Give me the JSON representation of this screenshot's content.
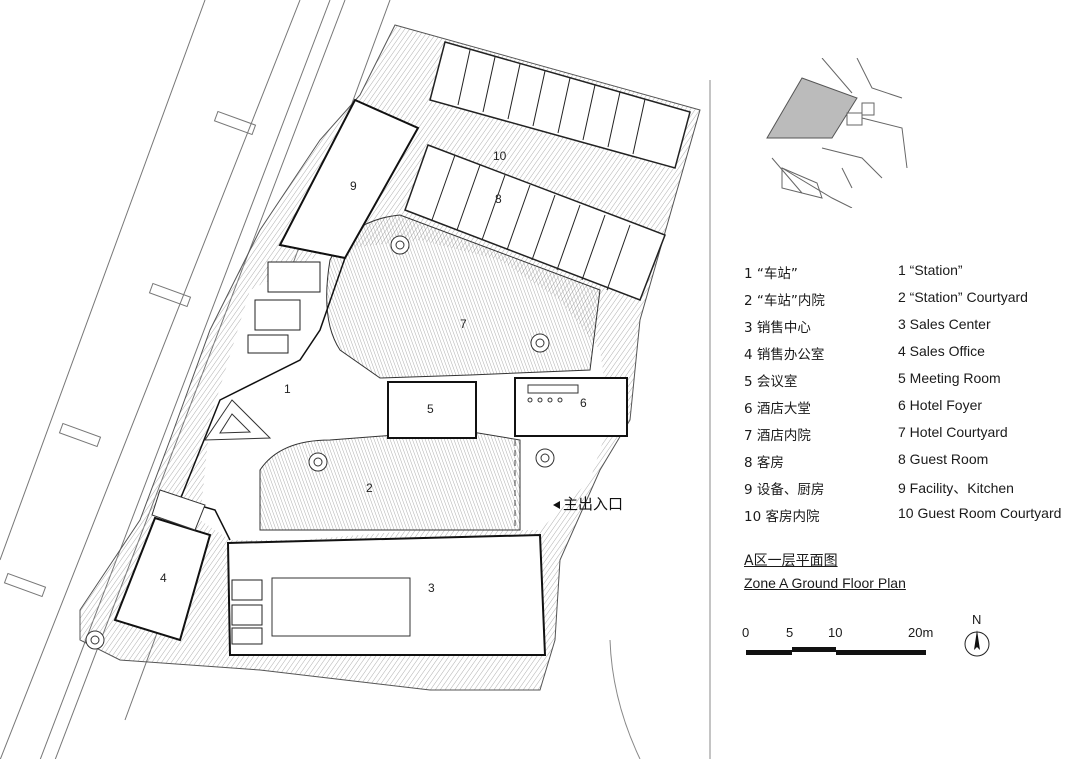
{
  "plan": {
    "room_numbers": [
      "1",
      "2",
      "3",
      "4",
      "5",
      "6",
      "7",
      "8",
      "9",
      "10"
    ],
    "entrance_label": "主出入口"
  },
  "legend": [
    {
      "zh": "1 “车站”",
      "en": "1 “Station”"
    },
    {
      "zh": "2 “车站”内院",
      "en": "2 “Station” Courtyard"
    },
    {
      "zh": "3 销售中心",
      "en": "3 Sales Center"
    },
    {
      "zh": "4 销售办公室",
      "en": "4 Sales Office"
    },
    {
      "zh": "5 会议室",
      "en": "5 Meeting Room"
    },
    {
      "zh": "6 酒店大堂",
      "en": "6 Hotel Foyer"
    },
    {
      "zh": "7 酒店内院",
      "en": "7 Hotel Courtyard"
    },
    {
      "zh": "8 客房",
      "en": "8 Guest Room"
    },
    {
      "zh": "9 设备、厨房",
      "en": "9 Facility、Kitchen"
    },
    {
      "zh": "10 客房内院",
      "en": "10 Guest Room Courtyard"
    }
  ],
  "title": {
    "zh": "A区一层平面图",
    "en": "Zone A Ground Floor Plan"
  },
  "scale": {
    "labels": [
      "0",
      "5",
      "10",
      "20m"
    ]
  },
  "north_label": "N"
}
